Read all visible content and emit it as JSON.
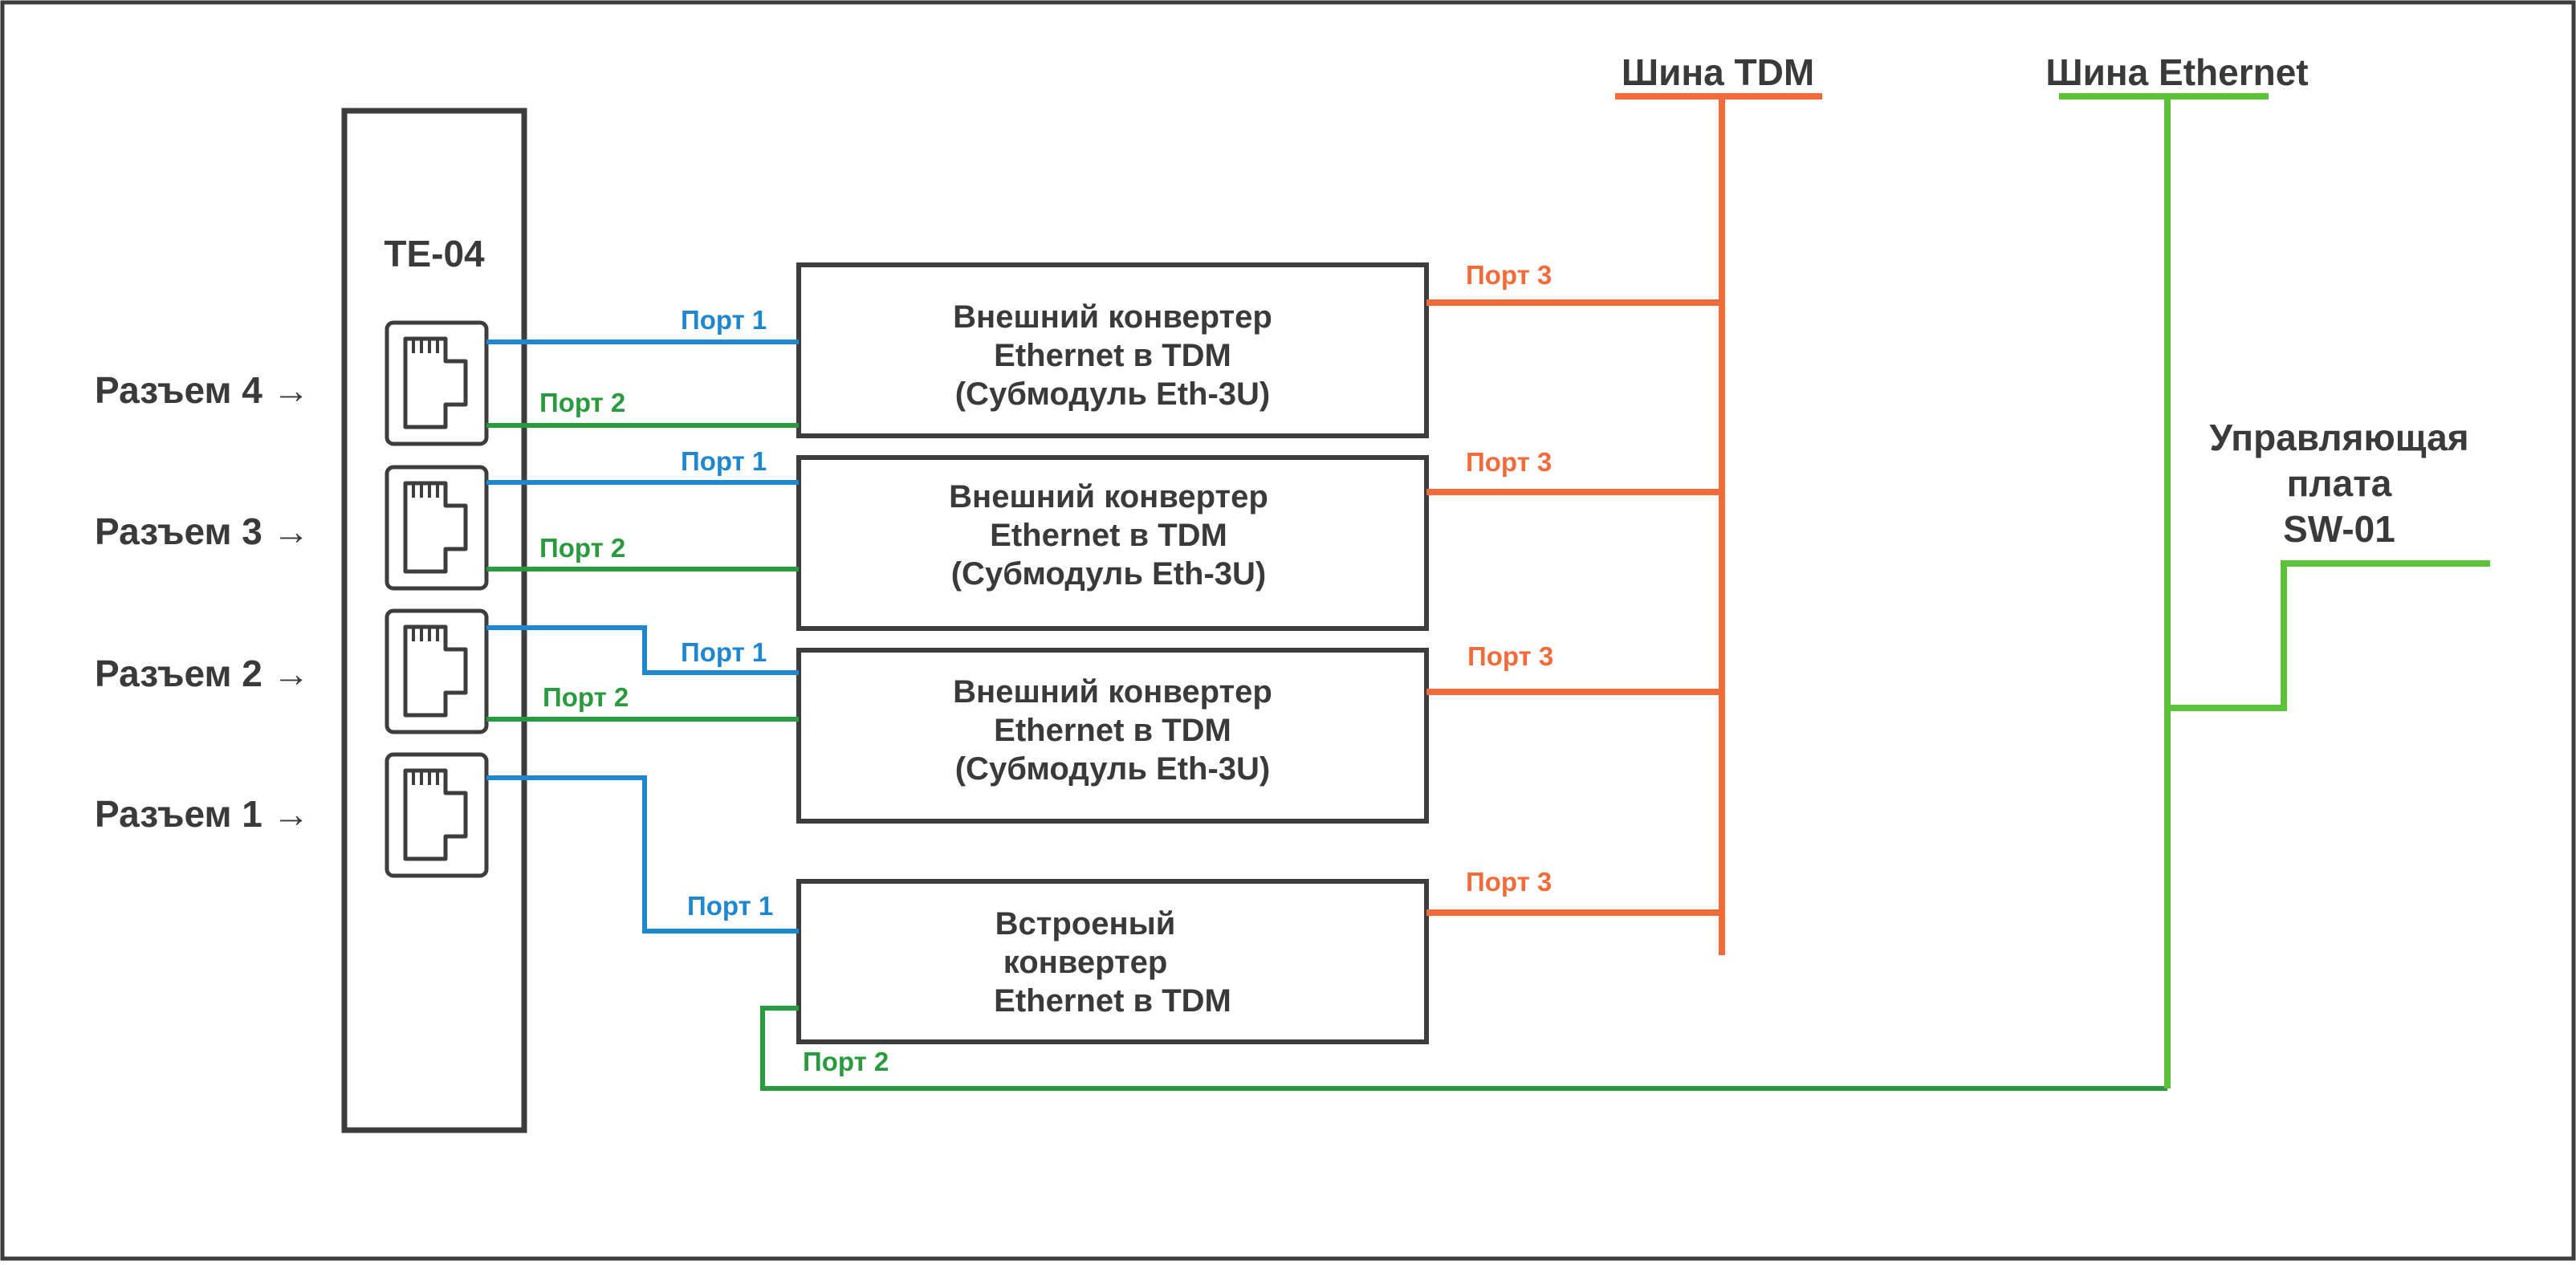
{
  "colors": {
    "dark": "#3d3d3d",
    "blue": "#1f86d0",
    "green": "#2a9a3e",
    "orange": "#f26b3a",
    "lime": "#5cc23a"
  },
  "device": {
    "title": "TE-04"
  },
  "connectors": [
    {
      "label": "Разъем 4 →"
    },
    {
      "label": "Разъем 3 →"
    },
    {
      "label": "Разъем 2 →"
    },
    {
      "label": "Разъем 1 →"
    }
  ],
  "converters": [
    {
      "lines": [
        "Внешний конвертер",
        "Ethernet в TDM",
        "(Субмодуль Eth-3U)"
      ]
    },
    {
      "lines": [
        "Внешний конвертер",
        "Ethernet в TDM",
        "(Субмодуль Eth-3U)"
      ]
    },
    {
      "lines": [
        "Внешний конвертер",
        "Ethernet в TDM",
        "(Субмодуль Eth-3U)"
      ]
    },
    {
      "lines": [
        "Встроеный",
        "конвертер",
        "Ethernet в TDM"
      ]
    }
  ],
  "ports": {
    "p1": "Порт 1",
    "p2": "Порт 2",
    "p3": "Порт 3"
  },
  "buses": {
    "tdm": "Шина TDM",
    "ethernet": "Шина Ethernet"
  },
  "control_board": {
    "lines": [
      "Управляющая",
      "плата",
      "SW-01"
    ]
  }
}
